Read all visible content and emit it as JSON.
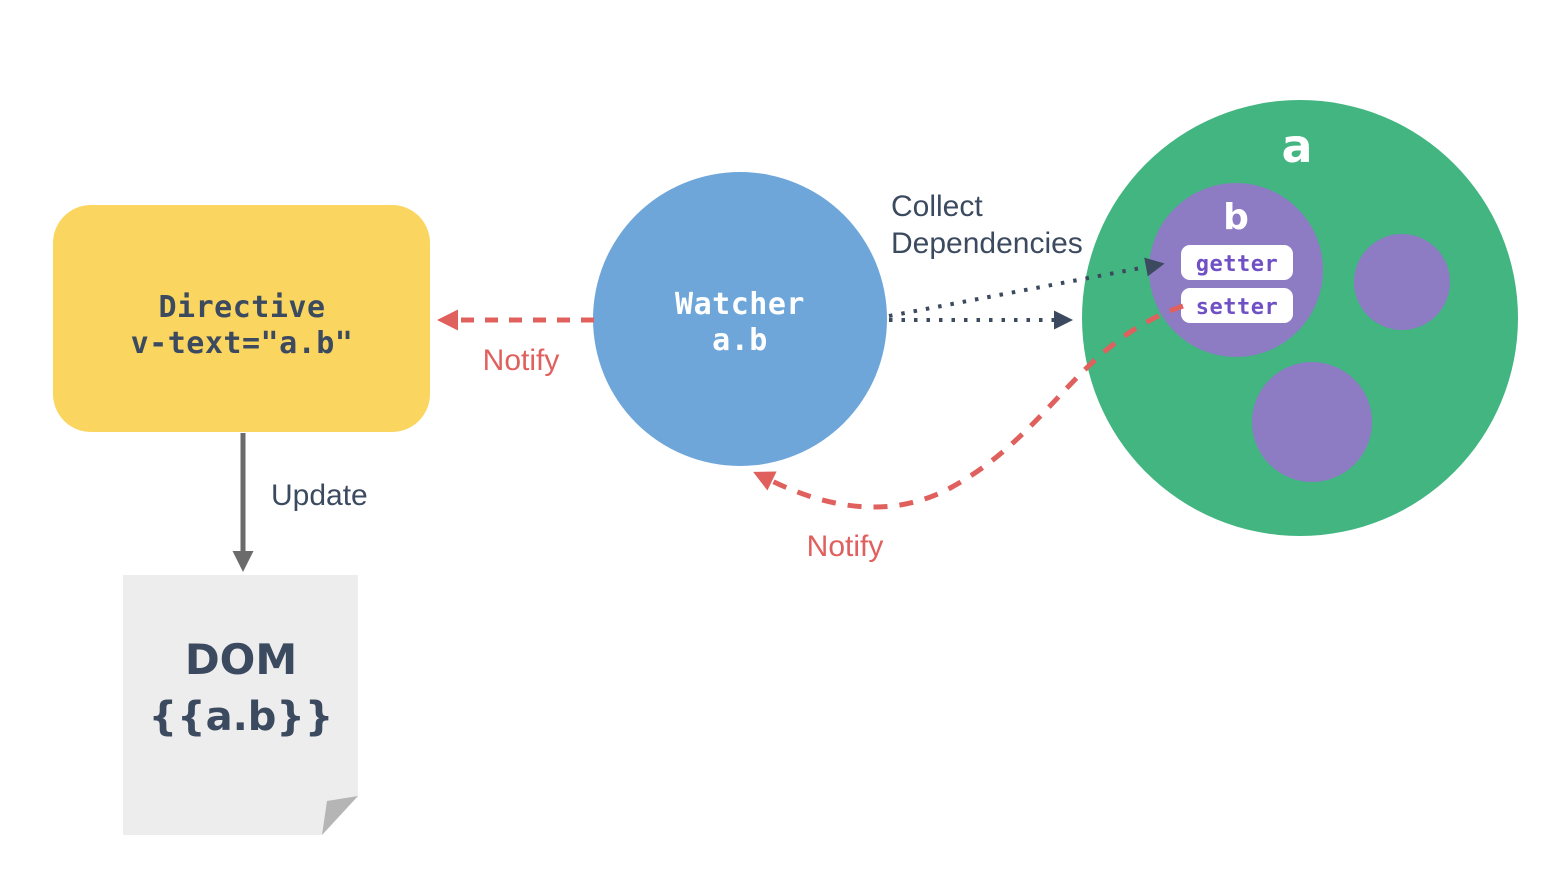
{
  "colors": {
    "yellow": "#FAD55F",
    "blue": "#6EA6DA",
    "green": "#42B581",
    "purple": "#8D7BC4",
    "red": "#E0605E",
    "navy": "#3C4A60",
    "white": "#FFFFFF",
    "gray_arrow": "#6B6B6B",
    "doc_fill": "#EDEDED",
    "doc_fold": "#B5B5B5",
    "accessor_text": "#6F50C5"
  },
  "nodes": {
    "directive": {
      "line1": "Directive",
      "line2": "v-text=\"a.b\""
    },
    "dom": {
      "line1": "DOM",
      "line2": "{{a.b}}"
    },
    "watcher": {
      "line1": "Watcher",
      "line2": "a.b"
    },
    "data_object": {
      "label": "a"
    },
    "nested_object": {
      "label": "b"
    },
    "getter": {
      "label": "getter"
    },
    "setter": {
      "label": "setter"
    }
  },
  "edges": {
    "update": {
      "label": "Update"
    },
    "notify_to_directive": {
      "label": "Notify"
    },
    "notify_to_watcher": {
      "label": "Notify"
    },
    "collect_dependencies": {
      "line1": "Collect",
      "line2": "Dependencies"
    }
  }
}
